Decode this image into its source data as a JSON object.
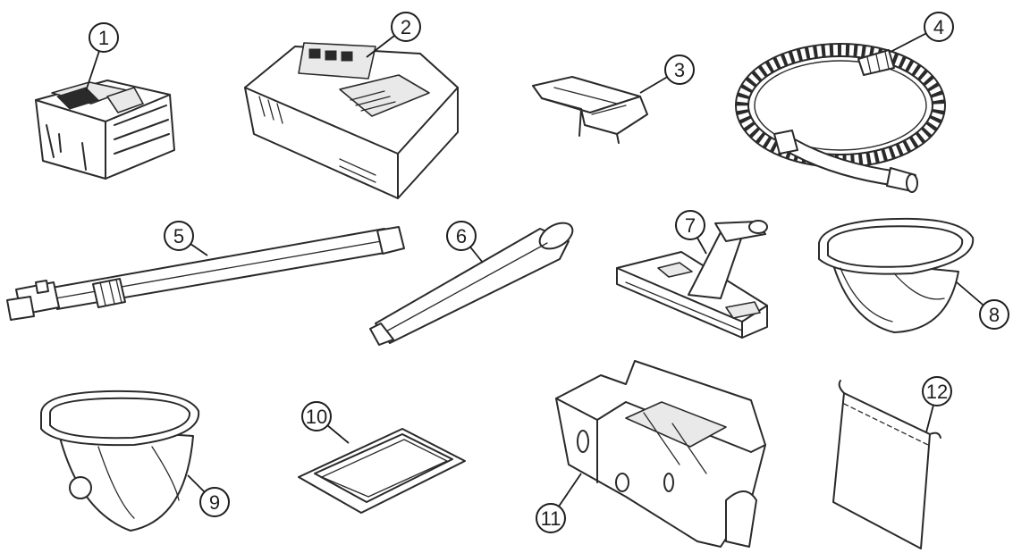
{
  "parts": [
    {
      "num": "1",
      "icon": "battery-icon"
    },
    {
      "num": "2",
      "icon": "charger-icon"
    },
    {
      "num": "3",
      "icon": "clip-icon"
    },
    {
      "num": "4",
      "icon": "hose-icon"
    },
    {
      "num": "5",
      "icon": "extension-pipe-icon"
    },
    {
      "num": "6",
      "icon": "crevice-nozzle-icon"
    },
    {
      "num": "7",
      "icon": "floor-nozzle-icon"
    },
    {
      "num": "8",
      "icon": "filter-basket-icon"
    },
    {
      "num": "9",
      "icon": "filter-basket-icon"
    },
    {
      "num": "10",
      "icon": "filter-sheet-icon"
    },
    {
      "num": "11",
      "icon": "storage-tray-icon"
    },
    {
      "num": "12",
      "icon": "drawstring-bag-icon"
    }
  ]
}
